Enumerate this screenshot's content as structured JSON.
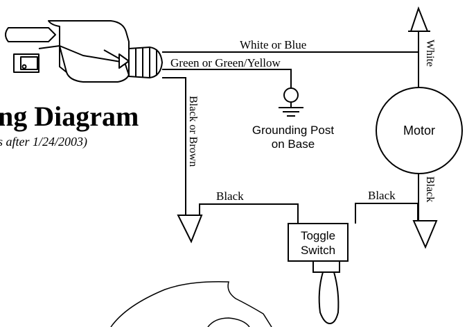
{
  "diagram": {
    "title": "ng Diagram",
    "subtitle": "s after 1/24/2003)",
    "wires": {
      "white_or_blue": "White or Blue",
      "green_or_green_yellow": "Green or Green/Yellow",
      "black_or_brown": "Black or Brown",
      "white": "White",
      "black_left": "Black",
      "black_right": "Black",
      "black_motor": "Black"
    },
    "components": {
      "grounding_post_line1": "Grounding Post",
      "grounding_post_line2": "on Base",
      "motor": "Motor",
      "toggle_switch_line1": "Toggle",
      "toggle_switch_line2": "Switch"
    }
  }
}
